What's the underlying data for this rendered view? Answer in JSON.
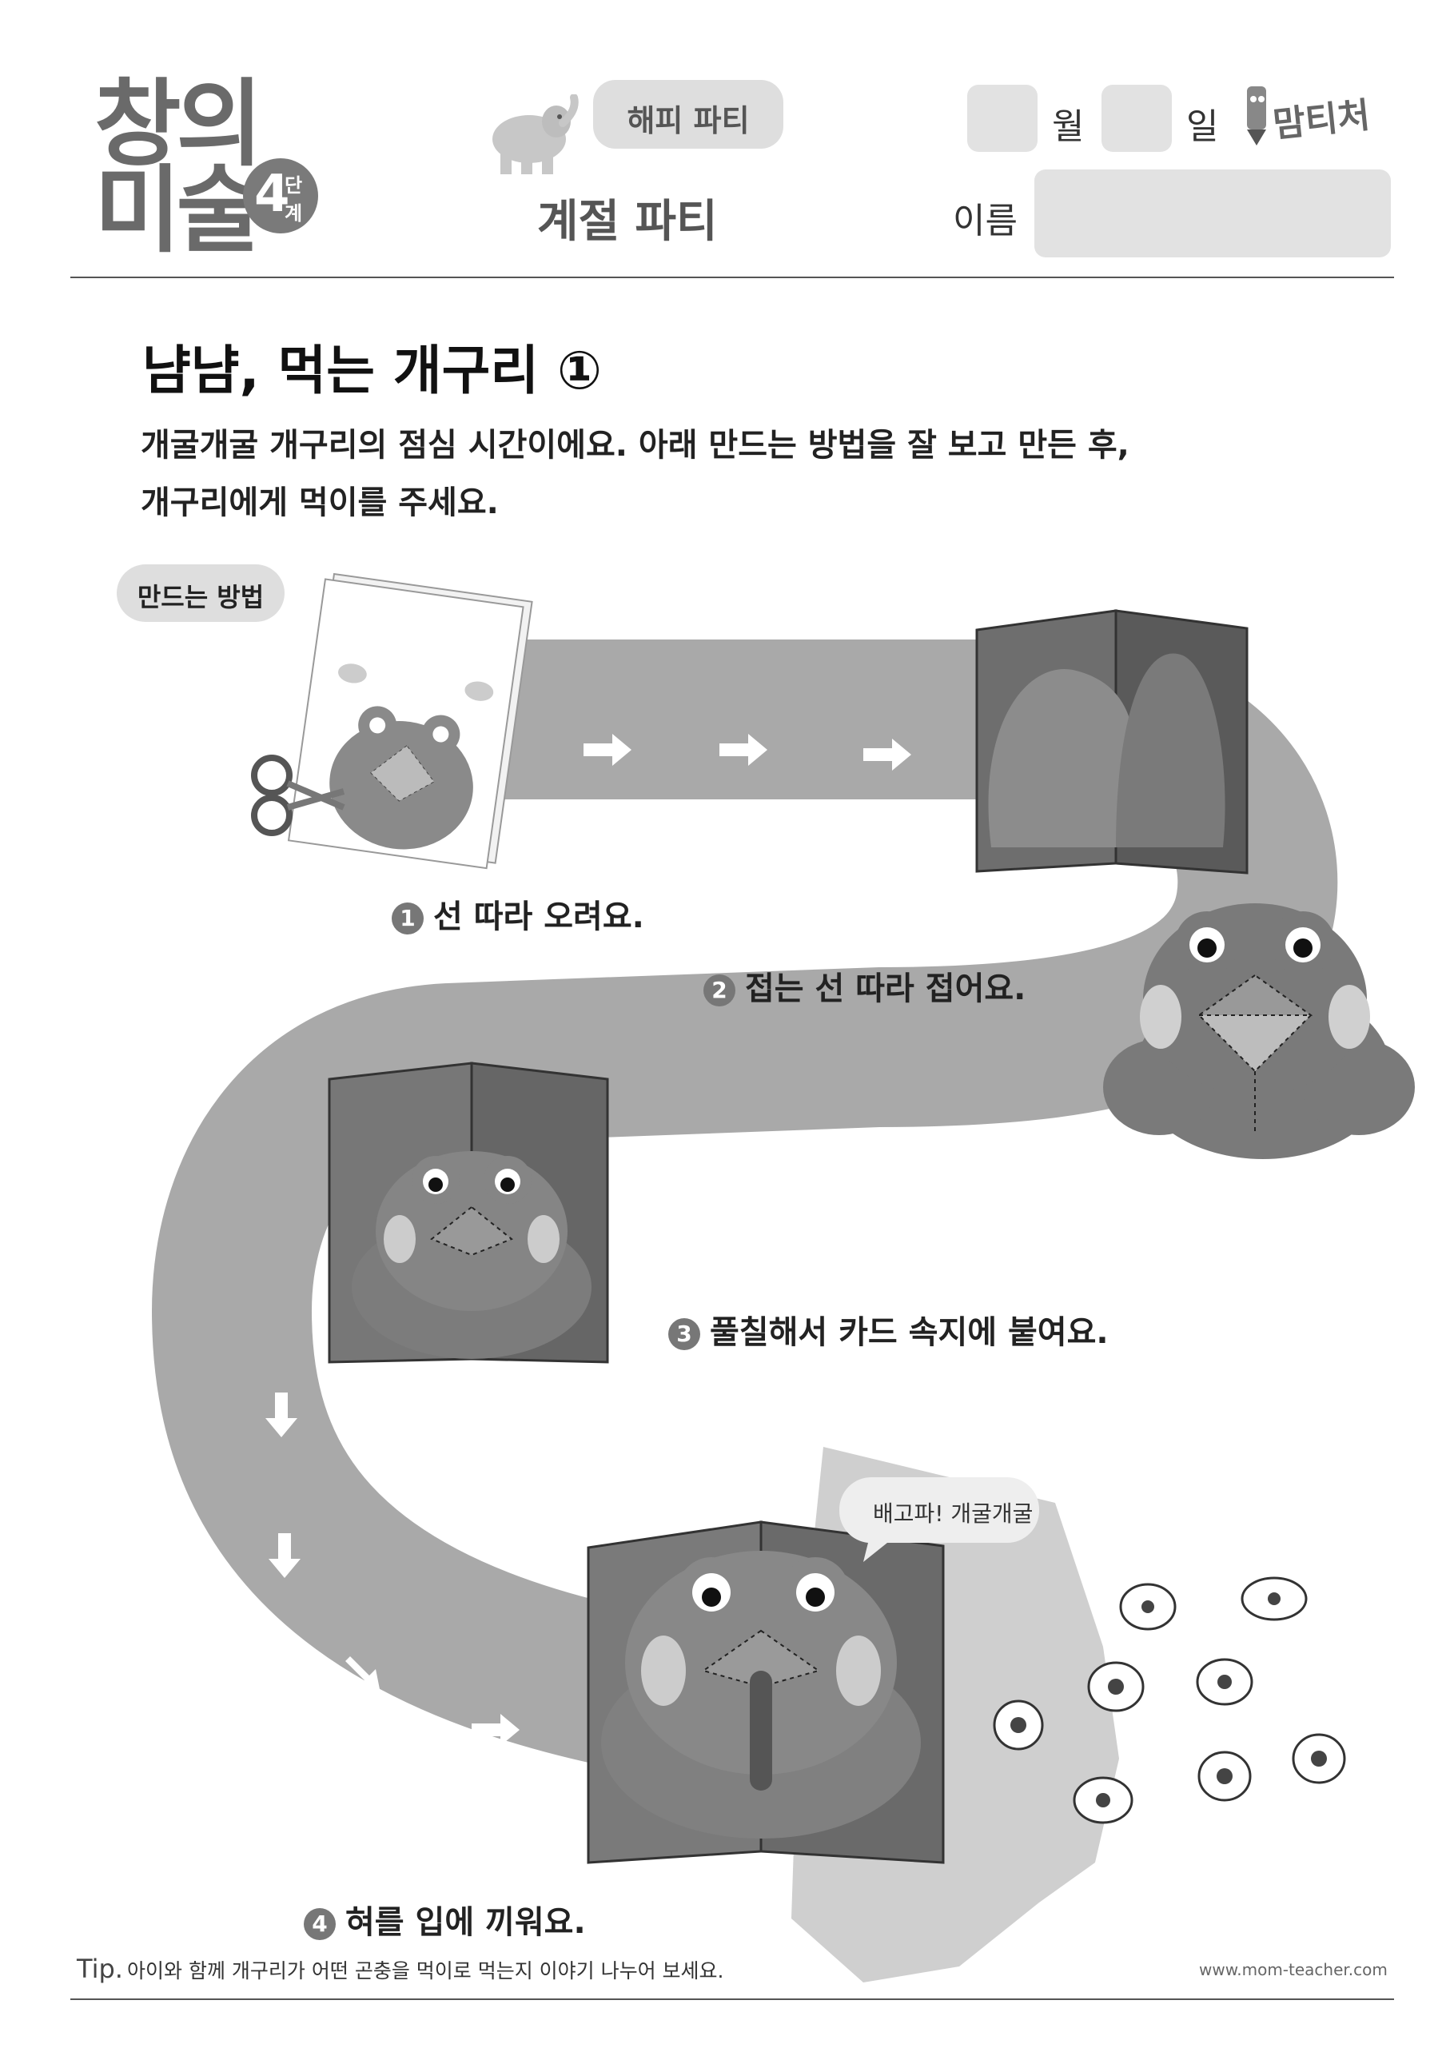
{
  "header": {
    "logo_line1": "창의",
    "logo_line2": "미술",
    "level_number": "4",
    "level_text": "단계",
    "theme_tag": "해피 파티",
    "subtitle": "계절 파티",
    "month_label": "월",
    "day_label": "일",
    "name_label": "이름",
    "brand": "맘티처"
  },
  "title": "냠냠, 먹는 개구리 ①",
  "intro": {
    "line1": "개굴개굴 개구리의 점심 시간이에요. 아래 만드는 방법을 잘 보고 만든 후,",
    "line2": "개구리에게 먹이를 주세요."
  },
  "method_label": "만드는 방법",
  "steps": [
    {
      "num": "1",
      "text": "선 따라 오려요."
    },
    {
      "num": "2",
      "text": "접는 선 따라 접어요."
    },
    {
      "num": "3",
      "text": "풀칠해서 카드 속지에 붙여요."
    },
    {
      "num": "4",
      "text": "혀를 입에 끼워요."
    }
  ],
  "speech_bubble": "배고파! 개굴개굴",
  "tip": {
    "label": "Tip.",
    "text": "아이와 함께 개구리가 어떤 곤충을 먹이로 먹는지 이야기 나누어 보세요."
  },
  "footer_url": "www.mom-teacher.com",
  "colors": {
    "road": "#a9a9a9",
    "frog": "#7a7a7a",
    "card_bg": "#6b6b6b"
  }
}
